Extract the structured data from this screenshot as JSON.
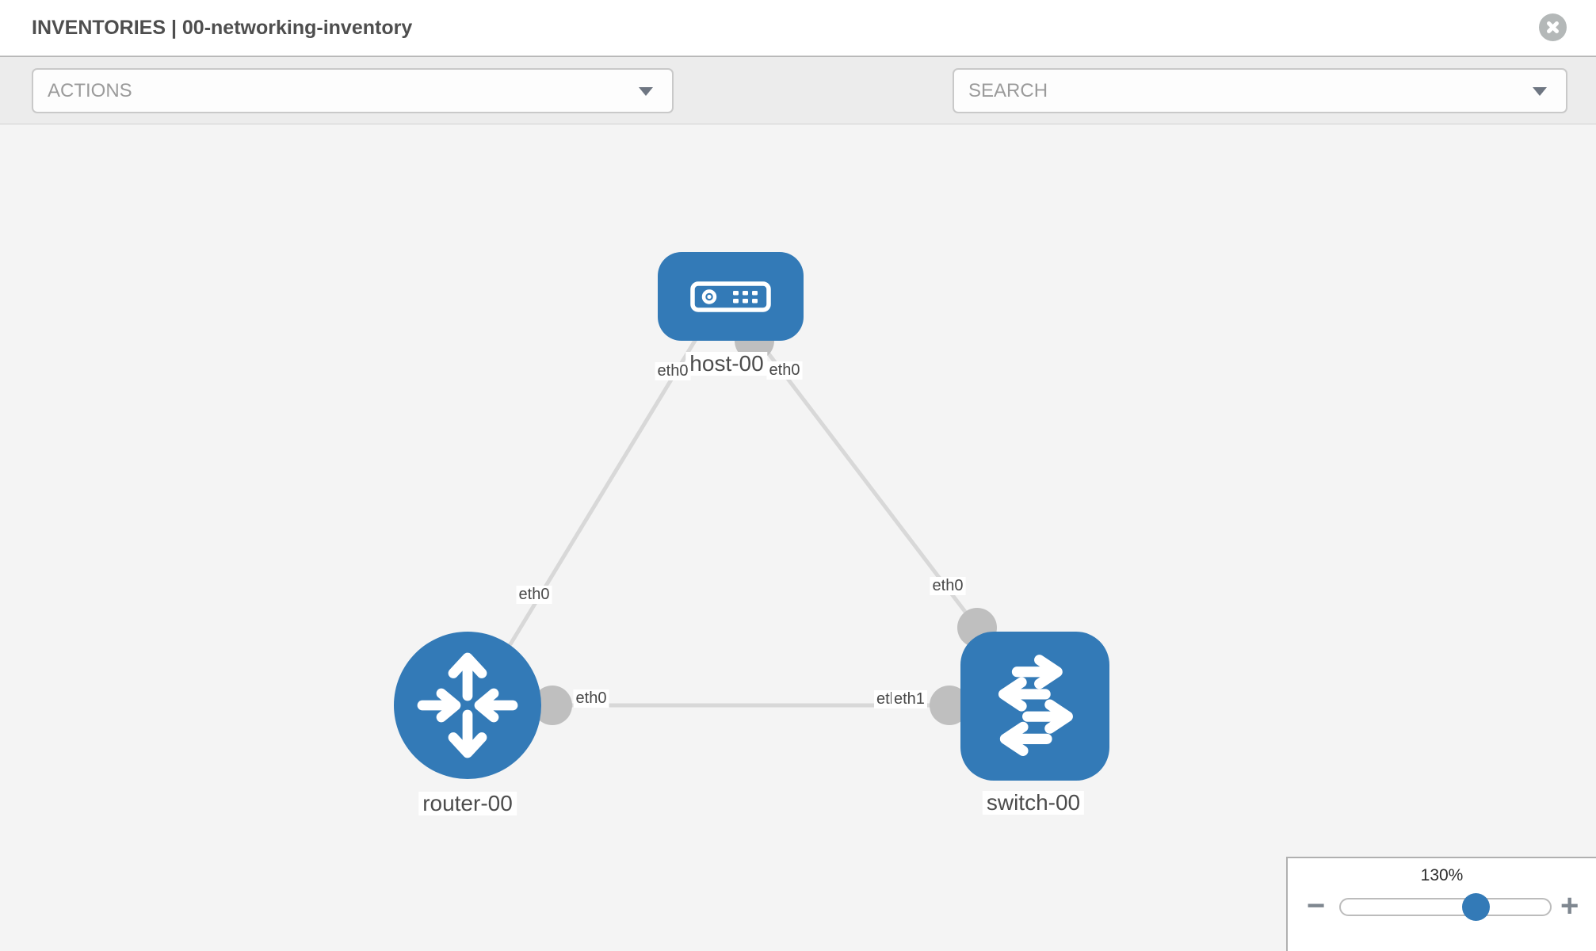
{
  "header": {
    "title": "INVENTORIES | 00-networking-inventory"
  },
  "toolbar": {
    "actions_placeholder": "ACTIONS",
    "search_placeholder": "SEARCH",
    "icons": [
      "wrench-icon",
      "key-icon"
    ]
  },
  "diagram": {
    "nodes": [
      {
        "id": "host-00",
        "type": "host",
        "label": "host-00"
      },
      {
        "id": "router-00",
        "type": "router",
        "label": "router-00"
      },
      {
        "id": "switch-00",
        "type": "switch",
        "label": "switch-00"
      }
    ],
    "links": [
      {
        "from": "host-00",
        "to": "router-00",
        "from_iface": "eth0",
        "to_iface": "eth0"
      },
      {
        "from": "host-00",
        "to": "switch-00",
        "from_iface": "eth0",
        "to_iface": "eth0"
      },
      {
        "from": "router-00",
        "to": "switch-00",
        "from_iface": "eth0",
        "to_iface": "eth1"
      }
    ],
    "iface_labels": [
      {
        "text": "eth0"
      },
      {
        "text": "eth0"
      },
      {
        "text": "eth0"
      },
      {
        "text": "eth0"
      },
      {
        "text": "eth0"
      },
      {
        "text": "eth0"
      },
      {
        "text": "eth1"
      }
    ]
  },
  "zoom_control": {
    "level": "130%",
    "minus_label": "−",
    "plus_label": "+"
  },
  "colors": {
    "node_blue": "#337ab7",
    "port_gray": "#bfbfbf",
    "link_gray": "#d8d8d8",
    "toolbar_bg": "#ececec",
    "canvas_bg": "#f4f4f4"
  }
}
